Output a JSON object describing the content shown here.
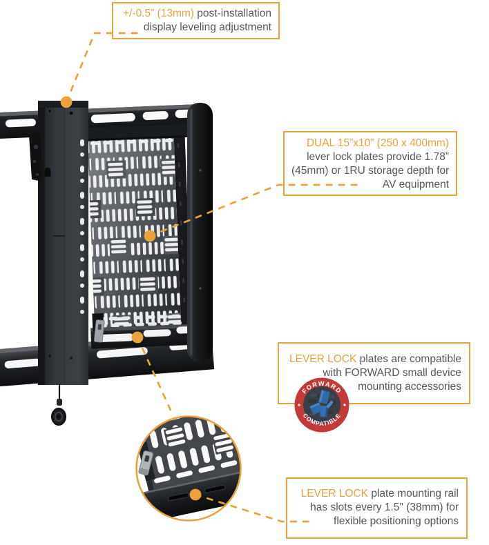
{
  "colors": {
    "accent_orange": "#E9A23C",
    "text_gray": "#54575B",
    "badge_red": "#C23B38",
    "badge_inner_gray": "#3A3F46",
    "badge_blue": "#2F6BA8",
    "product_black": "#1A1C1F"
  },
  "callouts": {
    "leveling": {
      "lines": [
        {
          "highlight": "+/-0.5” (13mm)",
          "rest": " post-installation"
        },
        {
          "rest": "display leveling adjustment"
        }
      ]
    },
    "storage": {
      "lines": [
        {
          "highlight": "DUAL 15”x10” (250 x 400mm)",
          "rest": ""
        },
        {
          "rest": "lever lock plates provide 1.78”"
        },
        {
          "rest": "(45mm) or 1RU storage depth for"
        },
        {
          "rest": "AV equipment"
        }
      ]
    },
    "forward": {
      "lines": [
        {
          "highlight": "LEVER LOCK",
          "rest": " plates are compatible"
        },
        {
          "rest": "with FORWARD small device"
        },
        {
          "rest": "mounting accessories"
        }
      ]
    },
    "rail_slots": {
      "lines": [
        {
          "highlight": "LEVER LOCK",
          "rest": " plate mounting rail"
        },
        {
          "rest": "has slots every 1.5\" (38mm) for"
        },
        {
          "rest": "flexible positioning options"
        }
      ]
    }
  },
  "badge": {
    "top_text": "FORWARD",
    "bottom_text": "COMPATIBLE"
  }
}
